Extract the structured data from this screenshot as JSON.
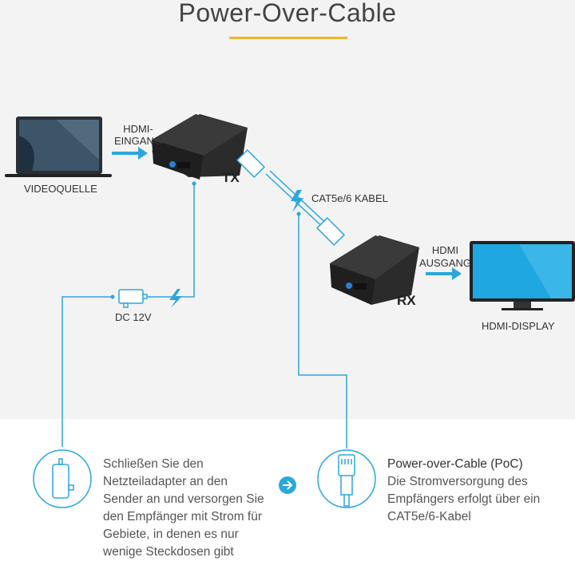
{
  "title": "Power-Over-Cable",
  "colors": {
    "accent": "#2aa7dc",
    "underline": "#f0b429",
    "background_top": "#f3f3f3"
  },
  "labels": {
    "hdmi_in_1": "HDMI-",
    "hdmi_in_2": "EINGANG",
    "video_source": "VIDEOQUELLE",
    "tx": "TX",
    "cable": "CAT5e/6 KABEL",
    "dc": "DC 12V",
    "hdmi_out_1": "HDMI",
    "hdmi_out_2": "AUSGANG",
    "rx": "RX",
    "display": "HDMI-DISPLAY"
  },
  "bottom": {
    "left_text": [
      "Schließen Sie den",
      "Netzteiladapter an den",
      "Sender an und versorgen Sie",
      "den Empfänger mit Strom für",
      "Gebiete, in denen es nur",
      "wenige Steckdosen gibt"
    ],
    "right_title": "Power-over-Cable (PoC)",
    "right_text": [
      "Die Stromversorgung des",
      "Empfängers erfolgt über ein",
      "CAT5e/6-Kabel"
    ]
  },
  "icons": [
    "laptop-icon",
    "tx-device",
    "rx-device",
    "monitor-icon",
    "power-adapter-icon",
    "lightning-icon",
    "rj45-plug-icon",
    "arrow-right-circle-icon"
  ]
}
